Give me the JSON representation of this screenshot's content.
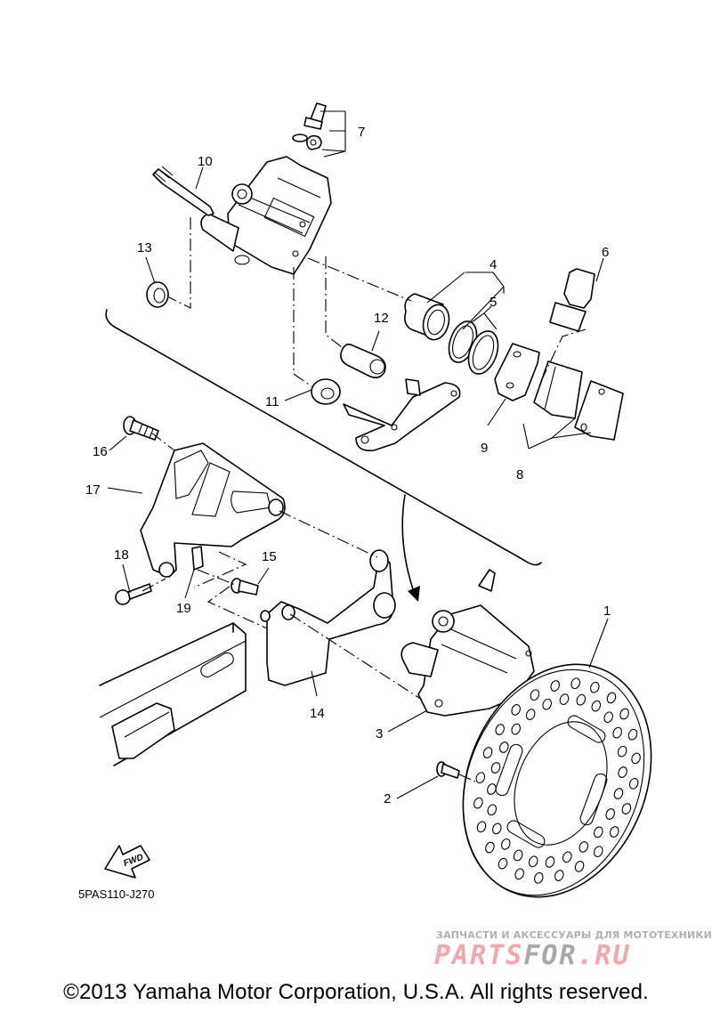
{
  "diagram": {
    "title": "Rear brake caliper exploded view",
    "diagram_code": "5PAS110-J270",
    "fwd_arrow_label": "FWD",
    "copyright": "©2013 Yamaha Motor Corporation, U.S.A. All rights reserved.",
    "watermark": {
      "tagline": "ЗАПЧАСТИ И АКСЕССУАРЫ ДЛЯ МОТОТЕХНИКИ",
      "logo_part1": "PARTS",
      "logo_part2": "FOR",
      "logo_part3": ".RU",
      "colors": {
        "pink": "#f2a6ae",
        "gray": "#a8a8a8"
      }
    },
    "callouts": [
      {
        "id": "1",
        "label": "1",
        "part": "brake disc"
      },
      {
        "id": "2",
        "label": "2",
        "part": "disc bolt"
      },
      {
        "id": "3",
        "label": "3",
        "part": "caliper assembly"
      },
      {
        "id": "4",
        "label": "4",
        "part": "piston"
      },
      {
        "id": "5",
        "label": "5",
        "part": "piston seal kit"
      },
      {
        "id": "6",
        "label": "6",
        "part": "pad support"
      },
      {
        "id": "7",
        "label": "7",
        "part": "bleed screw set"
      },
      {
        "id": "8",
        "label": "8",
        "part": "brake pad kit"
      },
      {
        "id": "9",
        "label": "9",
        "part": "pad shim"
      },
      {
        "id": "10",
        "label": "10",
        "part": "caliper pin"
      },
      {
        "id": "11",
        "label": "11",
        "part": "boot"
      },
      {
        "id": "12",
        "label": "12",
        "part": "boot"
      },
      {
        "id": "13",
        "label": "13",
        "part": "boot"
      },
      {
        "id": "14",
        "label": "14",
        "part": "caliper bracket"
      },
      {
        "id": "15",
        "label": "15",
        "part": "bolt"
      },
      {
        "id": "16",
        "label": "16",
        "part": "bolt"
      },
      {
        "id": "17",
        "label": "17",
        "part": "brake disc cover"
      },
      {
        "id": "18",
        "label": "18",
        "part": "bolt"
      },
      {
        "id": "19",
        "label": "19",
        "part": "clip"
      }
    ]
  }
}
